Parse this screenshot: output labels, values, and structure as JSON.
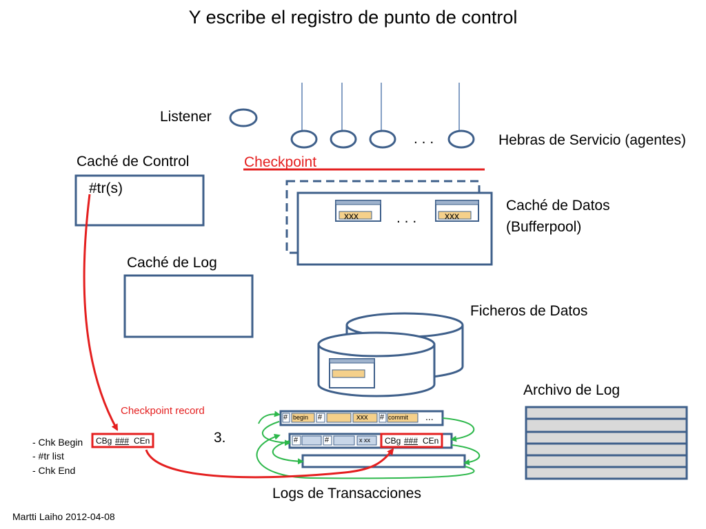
{
  "title": "Y escribe el registro de punto de control",
  "labels": {
    "listener": "Listener",
    "service_threads": "Hebras de Servicio (agentes)",
    "thread_ellipsis": ". . .",
    "control_cache": "Caché de Control",
    "control_cache_content": "#tr(s)",
    "checkpoint": "Checkpoint",
    "data_cache_line1": "Caché de Datos",
    "data_cache_line2": "(Bufferpool)",
    "page_ellipsis": ". . .",
    "page_xxx_1": "xxx",
    "page_xxx_2": "xxx",
    "log_cache": "Caché de Log",
    "data_files": "Ficheros de Datos",
    "log_archive": "Archivo de Log",
    "checkpoint_record": "Checkpoint record",
    "step": "3.",
    "transaction_logs": "Logs de Transacciones",
    "footer": "Martti Laiho 2012-04-08"
  },
  "record_legend": [
    "- Chk Begin",
    "- #tr  list",
    "- Chk End"
  ],
  "checkpoint_record_box": {
    "cbg": "CBg",
    "hashes": "###",
    "cen": "CEn"
  },
  "log_row1": {
    "hash1": "#",
    "begin": "begin",
    "hash2": "#",
    "xxx": "xxx",
    "hash3": "#",
    "commit": "commit",
    "ellipsis": "..."
  },
  "log_row2": {
    "hash1": "#",
    "hash2": "#",
    "xxx": "x xx",
    "cbg": "CBg",
    "hashes": "###",
    "cen": "CEn"
  },
  "colors": {
    "blue": "#3e5f8a",
    "red": "#e41f1f",
    "green": "#2db84b",
    "page_fill": "#f5d08a",
    "archive_fill": "#d9d9d9"
  }
}
